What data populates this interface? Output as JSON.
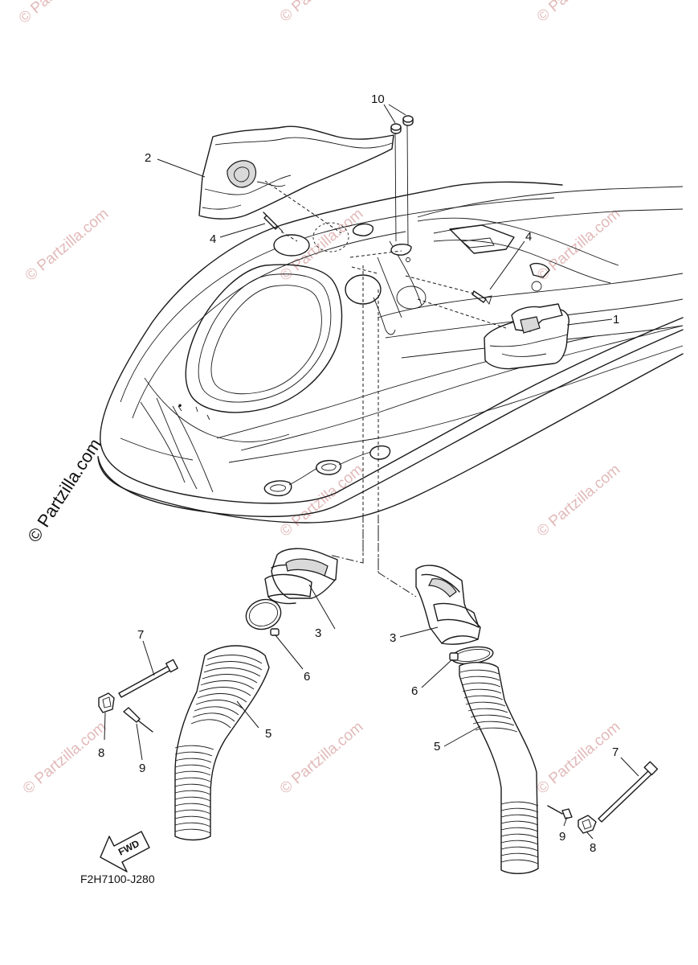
{
  "diagram_code": "F2H7100-J280",
  "fwd_label": "FWD",
  "watermark_text": "© Partzilla.com",
  "watermark_color": "#e2b9b9",
  "callouts": [
    {
      "label": "1",
      "part": "duct-cover-right"
    },
    {
      "label": "2",
      "part": "duct-cover-left"
    },
    {
      "label": "3",
      "part": "duct-elbow-left"
    },
    {
      "label": "3",
      "part": "duct-elbow-right"
    },
    {
      "label": "4",
      "part": "rivet-left"
    },
    {
      "label": "4",
      "part": "rivet-right"
    },
    {
      "label": "5",
      "part": "ventilation-hose-left"
    },
    {
      "label": "5",
      "part": "ventilation-hose-right"
    },
    {
      "label": "6",
      "part": "hose-clamp-left"
    },
    {
      "label": "6",
      "part": "hose-clamp-right"
    },
    {
      "label": "7",
      "part": "cable-tie-left"
    },
    {
      "label": "7",
      "part": "cable-tie-right"
    },
    {
      "label": "8",
      "part": "holder-clip-left"
    },
    {
      "label": "8",
      "part": "holder-clip-right"
    },
    {
      "label": "9",
      "part": "rivet-pin-left"
    },
    {
      "label": "9",
      "part": "rivet-pin-right"
    },
    {
      "label": "10",
      "part": "cap-pair"
    }
  ]
}
